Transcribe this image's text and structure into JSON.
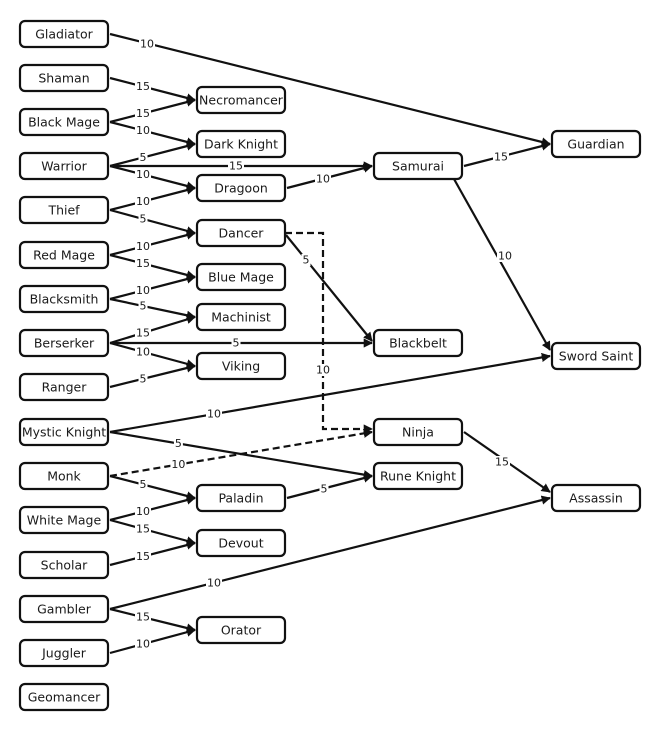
{
  "diagram": {
    "type": "job-class-unlock-graph",
    "columns": [
      [
        "Gladiator",
        "Shaman",
        "Black Mage",
        "Warrior",
        "Thief",
        "Red Mage",
        "Blacksmith",
        "Berserker",
        "Ranger",
        "Mystic Knight",
        "Monk",
        "White Mage",
        "Scholar",
        "Gambler",
        "Juggler",
        "Geomancer"
      ],
      [
        "Necromancer",
        "Dark Knight",
        "Dragoon",
        "Dancer",
        "Blue Mage",
        "Machinist",
        "Viking",
        "Paladin",
        "Devout",
        "Orator"
      ],
      [
        "Samurai",
        "Blackbelt",
        "Ninja",
        "Rune Knight"
      ],
      [
        "Guardian",
        "Sword Saint",
        "Assassin"
      ]
    ],
    "nodes": [
      {
        "id": "gladiator",
        "label": "Gladiator"
      },
      {
        "id": "shaman",
        "label": "Shaman"
      },
      {
        "id": "black_mage",
        "label": "Black Mage"
      },
      {
        "id": "warrior",
        "label": "Warrior"
      },
      {
        "id": "thief",
        "label": "Thief"
      },
      {
        "id": "red_mage",
        "label": "Red Mage"
      },
      {
        "id": "blacksmith",
        "label": "Blacksmith"
      },
      {
        "id": "berserker",
        "label": "Berserker"
      },
      {
        "id": "ranger",
        "label": "Ranger"
      },
      {
        "id": "mystic_knight",
        "label": "Mystic Knight"
      },
      {
        "id": "monk",
        "label": "Monk"
      },
      {
        "id": "white_mage",
        "label": "White Mage"
      },
      {
        "id": "scholar",
        "label": "Scholar"
      },
      {
        "id": "gambler",
        "label": "Gambler"
      },
      {
        "id": "juggler",
        "label": "Juggler"
      },
      {
        "id": "geomancer",
        "label": "Geomancer"
      },
      {
        "id": "necromancer",
        "label": "Necromancer"
      },
      {
        "id": "dark_knight",
        "label": "Dark Knight"
      },
      {
        "id": "dragoon",
        "label": "Dragoon"
      },
      {
        "id": "dancer",
        "label": "Dancer"
      },
      {
        "id": "blue_mage",
        "label": "Blue Mage"
      },
      {
        "id": "machinist",
        "label": "Machinist"
      },
      {
        "id": "viking",
        "label": "Viking"
      },
      {
        "id": "paladin",
        "label": "Paladin"
      },
      {
        "id": "devout",
        "label": "Devout"
      },
      {
        "id": "orator",
        "label": "Orator"
      },
      {
        "id": "samurai",
        "label": "Samurai"
      },
      {
        "id": "blackbelt",
        "label": "Blackbelt"
      },
      {
        "id": "ninja",
        "label": "Ninja"
      },
      {
        "id": "rune_knight",
        "label": "Rune Knight"
      },
      {
        "id": "guardian",
        "label": "Guardian"
      },
      {
        "id": "sword_saint",
        "label": "Sword Saint"
      },
      {
        "id": "assassin",
        "label": "Assassin"
      }
    ],
    "edges": [
      {
        "from": "gladiator",
        "to": "guardian",
        "label": "10",
        "style": "solid"
      },
      {
        "from": "shaman",
        "to": "necromancer",
        "label": "15",
        "style": "solid"
      },
      {
        "from": "black_mage",
        "to": "necromancer",
        "label": "15",
        "style": "solid"
      },
      {
        "from": "black_mage",
        "to": "dark_knight",
        "label": "10",
        "style": "solid"
      },
      {
        "from": "warrior",
        "to": "dark_knight",
        "label": "5",
        "style": "solid"
      },
      {
        "from": "warrior",
        "to": "samurai",
        "label": "15",
        "style": "solid"
      },
      {
        "from": "warrior",
        "to": "dragoon",
        "label": "10",
        "style": "solid"
      },
      {
        "from": "thief",
        "to": "dragoon",
        "label": "10",
        "style": "solid"
      },
      {
        "from": "thief",
        "to": "dancer",
        "label": "5",
        "style": "solid"
      },
      {
        "from": "dragoon",
        "to": "samurai",
        "label": "10",
        "style": "solid"
      },
      {
        "from": "red_mage",
        "to": "dancer",
        "label": "10",
        "style": "solid"
      },
      {
        "from": "red_mage",
        "to": "blue_mage",
        "label": "15",
        "style": "solid"
      },
      {
        "from": "blacksmith",
        "to": "blue_mage",
        "label": "10",
        "style": "solid"
      },
      {
        "from": "blacksmith",
        "to": "machinist",
        "label": "5",
        "style": "solid"
      },
      {
        "from": "berserker",
        "to": "machinist",
        "label": "15",
        "style": "solid"
      },
      {
        "from": "berserker",
        "to": "blackbelt",
        "label": "5",
        "style": "solid"
      },
      {
        "from": "berserker",
        "to": "viking",
        "label": "10",
        "style": "solid"
      },
      {
        "from": "ranger",
        "to": "viking",
        "label": "5",
        "style": "solid"
      },
      {
        "from": "dancer",
        "to": "blackbelt",
        "label": "5",
        "style": "solid"
      },
      {
        "from": "dancer",
        "to": "ninja",
        "label": "10",
        "style": "dashed"
      },
      {
        "from": "samurai",
        "to": "guardian",
        "label": "15",
        "style": "solid"
      },
      {
        "from": "samurai",
        "to": "sword_saint",
        "label": "10",
        "style": "solid"
      },
      {
        "from": "mystic_knight",
        "to": "sword_saint",
        "label": "10",
        "style": "solid"
      },
      {
        "from": "mystic_knight",
        "to": "rune_knight",
        "label": "5",
        "style": "solid"
      },
      {
        "from": "monk",
        "to": "ninja",
        "label": "10",
        "style": "dashed"
      },
      {
        "from": "monk",
        "to": "paladin",
        "label": "5",
        "style": "solid"
      },
      {
        "from": "white_mage",
        "to": "paladin",
        "label": "10",
        "style": "solid"
      },
      {
        "from": "white_mage",
        "to": "devout",
        "label": "15",
        "style": "solid"
      },
      {
        "from": "scholar",
        "to": "devout",
        "label": "15",
        "style": "solid"
      },
      {
        "from": "paladin",
        "to": "rune_knight",
        "label": "5",
        "style": "solid"
      },
      {
        "from": "ninja",
        "to": "assassin",
        "label": "15",
        "style": "solid"
      },
      {
        "from": "gambler",
        "to": "assassin",
        "label": "10",
        "style": "solid"
      },
      {
        "from": "gambler",
        "to": "orator",
        "label": "15",
        "style": "solid"
      },
      {
        "from": "juggler",
        "to": "orator",
        "label": "10",
        "style": "solid"
      }
    ]
  },
  "colors": {
    "line": "#111111",
    "node_fill": "#ffffff",
    "text": "#1a1a1a",
    "background": "#ffffff"
  }
}
